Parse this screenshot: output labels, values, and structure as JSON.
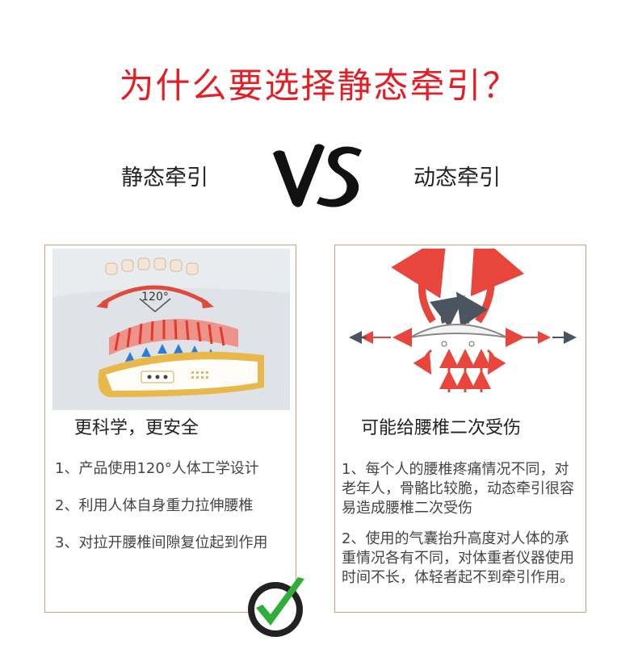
{
  "title": "为什么要选择静态牵引？",
  "left_label": "静态牵引",
  "vs_text": "VS",
  "right_label": "动态牵引",
  "left_panel": {
    "illus_angle": "120°",
    "heading": "更科学，更安全",
    "points": [
      "1、产品使用120°人体工学设计",
      "2、利用人体自身重力拉伸腰椎",
      "3、对拉开腰椎间隙复位起到作用"
    ]
  },
  "right_panel": {
    "heading": "可能给腰椎二次受伤",
    "points": [
      "1、每个人的腰椎疼痛情况不同，对老年人，骨骼比较脆，动态牵引很容易造成腰椎二次受伤",
      "2、使用的气囊抬升高度对人体的承重情况各有不同，对体重者仪器使用时间不长，体轻者起不到牵引作用。"
    ]
  },
  "colors": {
    "title": "#e31e24",
    "border": "#c7a27b",
    "red_arrow": "#e8453c",
    "gray_arrow": "#4a5560",
    "check_green": "#2fae3a"
  }
}
